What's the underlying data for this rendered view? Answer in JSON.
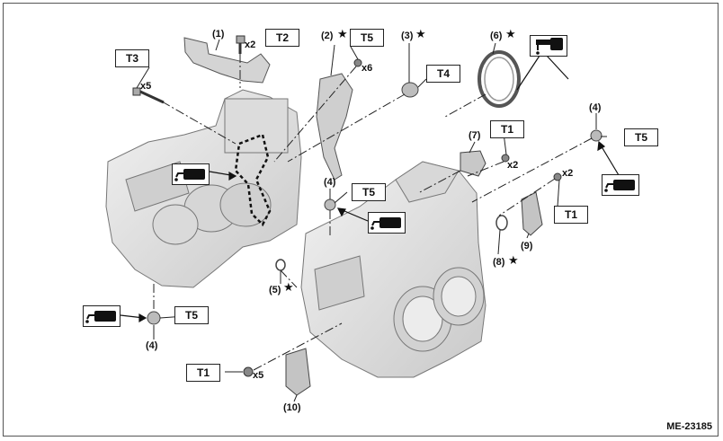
{
  "figure_code": "ME-23185",
  "parts": {
    "p1": "(1)",
    "p2": "(2)",
    "p3": "(3)",
    "p4a": "(4)",
    "p4b": "(4)",
    "p4c": "(4)",
    "p5": "(5)",
    "p6": "(6)",
    "p7": "(7)",
    "p8": "(8)",
    "p9": "(9)",
    "p10": "(10)"
  },
  "torque_labels": {
    "t2_top": "T2",
    "t3_left": "T3",
    "t5_top": "T5",
    "t4_mid": "T4",
    "t1_top": "T1",
    "t5_right": "T5",
    "t5_center": "T5",
    "t1_right": "T1",
    "t5_bottom": "T5",
    "t1_bottom": "T1"
  },
  "quantities": {
    "q_t2": "x2",
    "q_t3": "x5",
    "q_t5top": "x6",
    "q_t1top": "x2",
    "q_t1right": "x2",
    "q_t1bottom": "x5"
  },
  "symbols": {
    "replace_star": "★",
    "oil_icon": "oil-apply-icon",
    "sealant_icon": "liquid-gasket-icon"
  },
  "colors": {
    "line": "#222222",
    "part_fill": "#e6e6e6",
    "part_shade": "#bdbdbd"
  }
}
